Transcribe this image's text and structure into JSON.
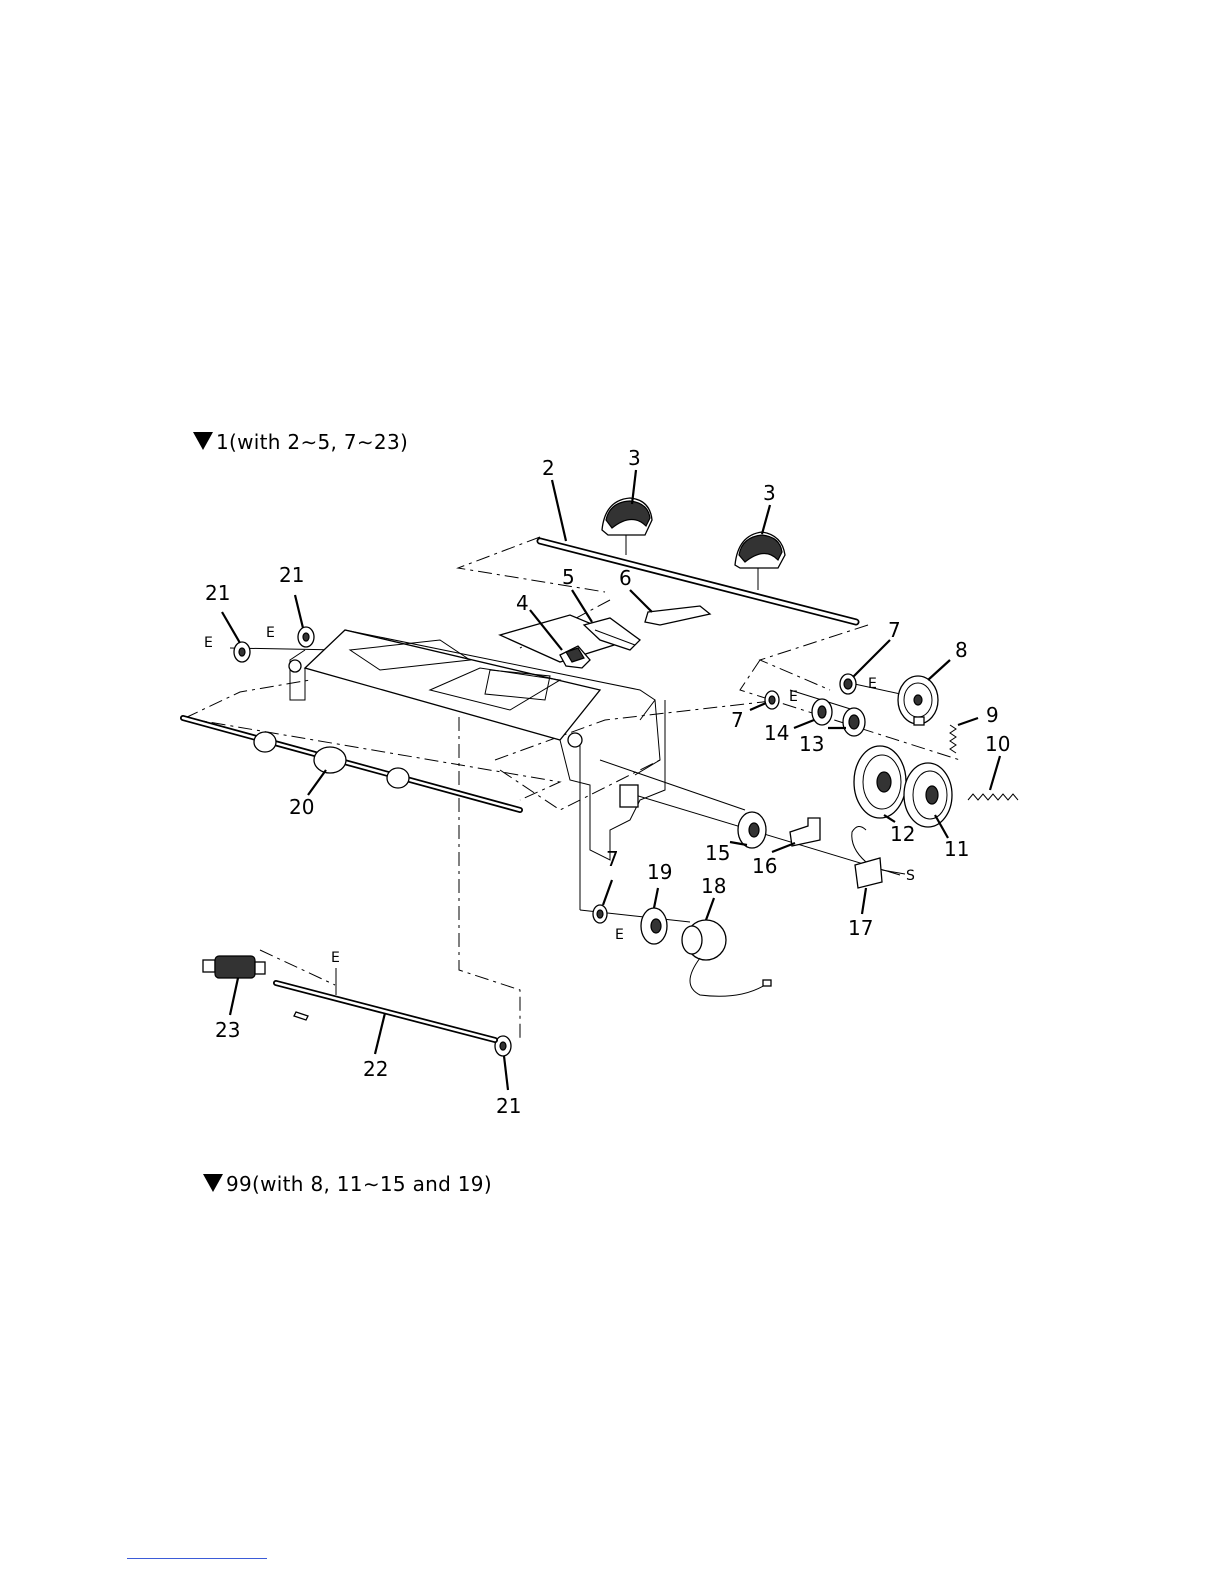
{
  "notes": {
    "main_assembly": "1(with 2∼5, 7∼23)",
    "kit": "99(with 8, 11∼15 and 19)"
  },
  "parts": [
    "2",
    "3",
    "3",
    "4",
    "5",
    "6",
    "7",
    "7",
    "7",
    "8",
    "9",
    "10",
    "11",
    "12",
    "13",
    "14",
    "15",
    "16",
    "17",
    "18",
    "19",
    "20",
    "21",
    "21",
    "21",
    "22",
    "23"
  ],
  "markers": {
    "e_clip": "E",
    "screw": "S"
  }
}
